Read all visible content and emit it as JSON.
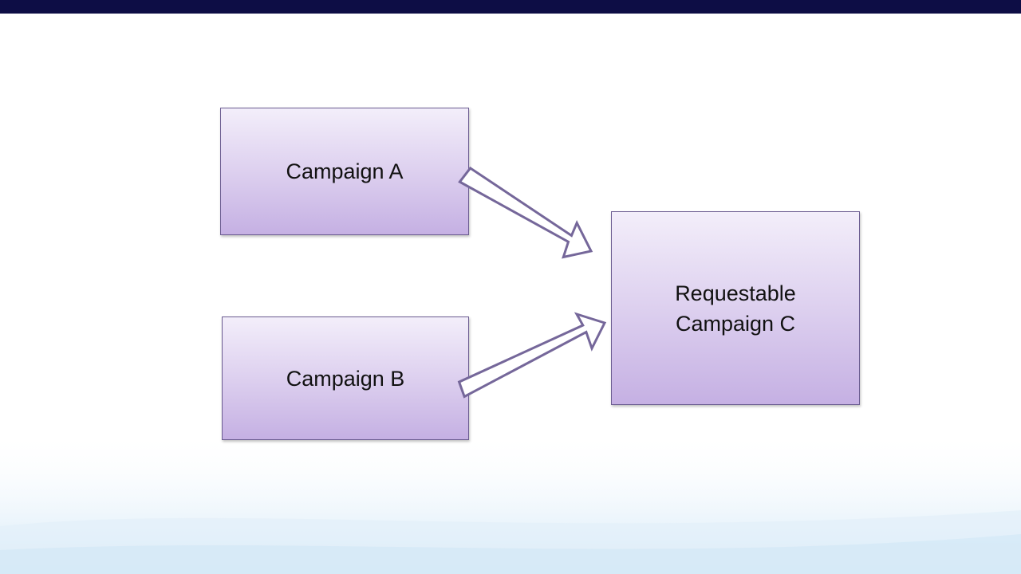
{
  "diagram": {
    "nodes": {
      "campaign_a": {
        "label": "Campaign A"
      },
      "campaign_b": {
        "label": "Campaign B"
      },
      "campaign_c": {
        "label_line1": "Requestable",
        "label_line2": "Campaign C"
      }
    },
    "edges": [
      {
        "from": "Campaign A",
        "to": "Requestable Campaign C"
      },
      {
        "from": "Campaign B",
        "to": "Requestable Campaign C"
      }
    ]
  },
  "colors": {
    "top_bar": "#0d0d45",
    "box_border": "#6b5c91",
    "box_fill_top": "#f3eefa",
    "box_fill_bottom": "#c5b0e3",
    "arrow_stroke": "#75679a"
  }
}
